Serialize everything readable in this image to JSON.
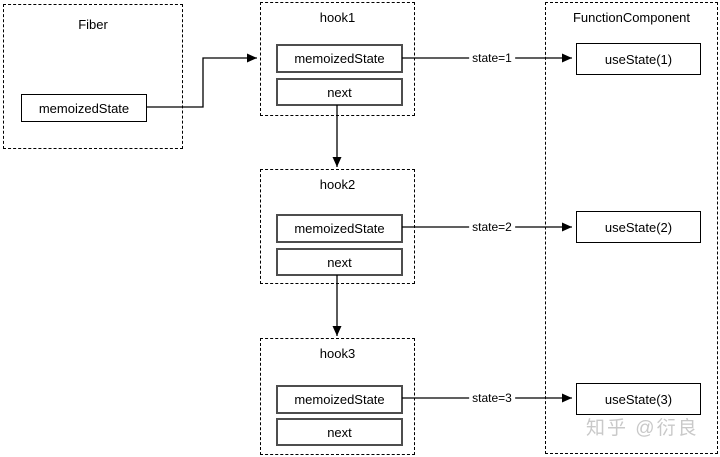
{
  "diagram": {
    "fiber": {
      "title": "Fiber",
      "field_label": "memoizedState"
    },
    "hooks": [
      {
        "title": "hook1",
        "fields": [
          "memoizedState",
          "next"
        ]
      },
      {
        "title": "hook2",
        "fields": [
          "memoizedState",
          "next"
        ]
      },
      {
        "title": "hook3",
        "fields": [
          "memoizedState",
          "next"
        ]
      }
    ],
    "function_component": {
      "title": "FunctionComponent",
      "items": [
        "useState(1)",
        "useState(2)",
        "useState(3)"
      ]
    },
    "arrows": [
      {
        "label": "state=1"
      },
      {
        "label": "state=2"
      },
      {
        "label": "state=3"
      }
    ],
    "colors": {
      "stroke": "#000000",
      "inner_node_stroke": "#4d4d4d",
      "background": "#ffffff",
      "watermark": "#c9c9c9"
    },
    "watermark": "知乎 @衍良"
  }
}
